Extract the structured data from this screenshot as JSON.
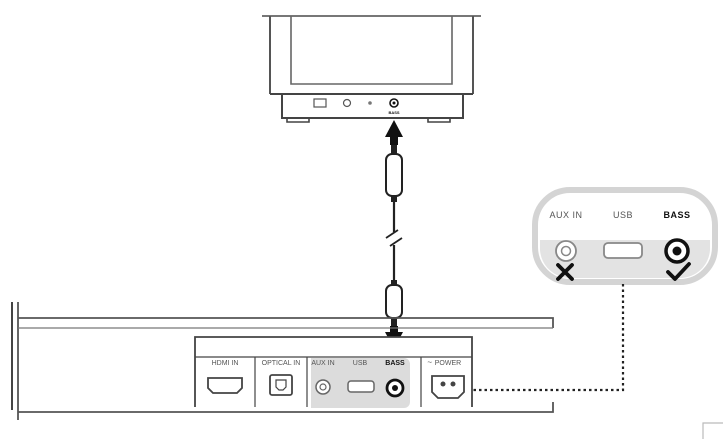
{
  "subwoofer": {
    "ports": [
      "",
      "",
      "",
      "BASS"
    ]
  },
  "callout": {
    "ports": [
      "AUX IN",
      "USB",
      "BASS"
    ],
    "marks": {
      "aux": "✖",
      "bass": "✔"
    }
  },
  "soundbar": {
    "ports": [
      "HDMI IN",
      "OPTICAL IN",
      "AUX IN",
      "USB",
      "BASS",
      "POWER"
    ],
    "power_symbol": "~"
  },
  "colors": {
    "stroke": "#333333",
    "panel_gray": "#d9d9d9",
    "callout_border": "#d4d4d4",
    "arrow": "#111111"
  },
  "icons": [
    "arrow-up-icon",
    "arrow-down-icon",
    "cable-break-icon",
    "cross-icon",
    "check-icon"
  ]
}
